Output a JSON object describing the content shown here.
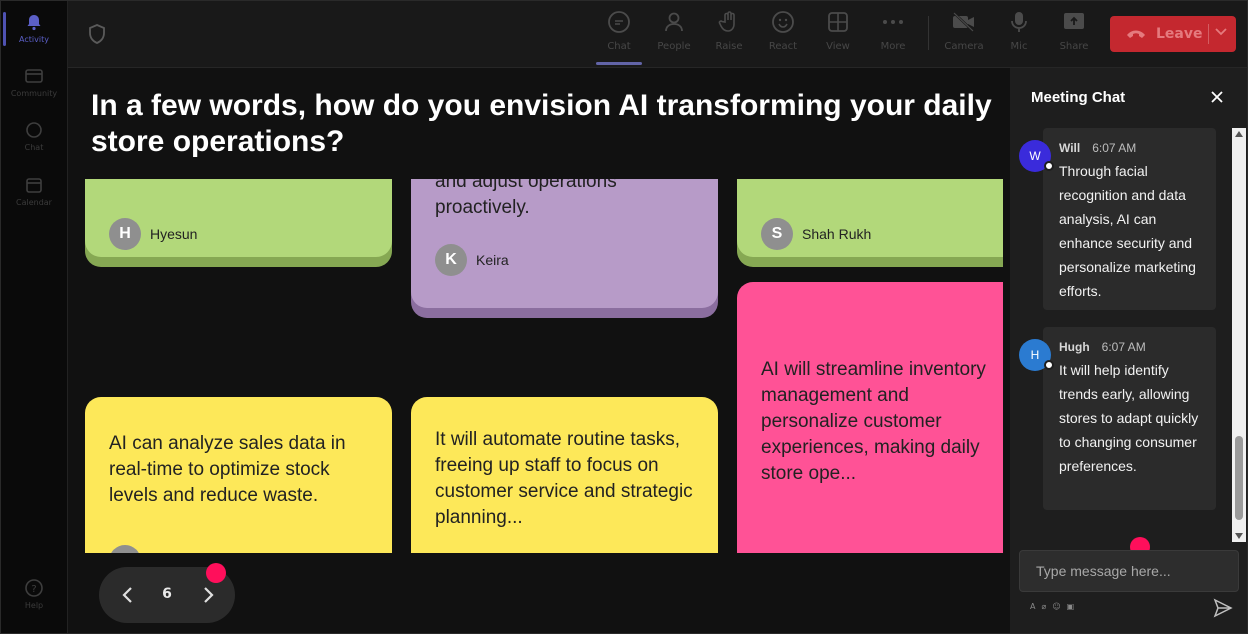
{
  "rail": {
    "items": [
      {
        "label": "Activity",
        "icon": "bell-icon"
      },
      {
        "label": "Community",
        "icon": "community-icon"
      },
      {
        "label": "Chat",
        "icon": "chat-icon"
      },
      {
        "label": "Calendar",
        "icon": "calendar-icon"
      }
    ],
    "help_label": "Help"
  },
  "toolbar": {
    "items": [
      {
        "label": "Chat",
        "icon": "chat-bubble-icon"
      },
      {
        "label": "People",
        "icon": "people-icon"
      },
      {
        "label": "Raise",
        "icon": "hand-icon"
      },
      {
        "label": "React",
        "icon": "smiley-icon"
      },
      {
        "label": "View",
        "icon": "grid-view-icon"
      },
      {
        "label": "More",
        "icon": "more-dots-icon"
      },
      {
        "label": "Camera",
        "icon": "camera-off-icon"
      },
      {
        "label": "Mic",
        "icon": "mic-icon"
      },
      {
        "label": "Share",
        "icon": "share-icon"
      }
    ],
    "leave_label": "Leave"
  },
  "stage": {
    "question": "In a few words, how do you envision AI transforming your daily store operations?",
    "notes": [
      {
        "color": "#b2d87a",
        "shadow": "#86a853",
        "text": "",
        "author": "Hyesun",
        "initial": "H"
      },
      {
        "color": "#b79bc8",
        "shadow": "#8b6e9f",
        "text": "and adjust operations proactively.",
        "author": "Keira",
        "initial": "K"
      },
      {
        "color": "#b2d87a",
        "shadow": "#86a853",
        "text": "",
        "author": "Shah Rukh",
        "initial": "S"
      },
      {
        "color": "#fde859",
        "shadow": "#d8c12f",
        "text": "AI can analyze sales data in real-time to optimize stock levels and reduce waste.",
        "author": "",
        "initial": ""
      },
      {
        "color": "#fde859",
        "shadow": "#d8c12f",
        "text": "It will automate routine tasks, freeing up staff to focus on customer service and strategic planning...",
        "author": "",
        "initial": ""
      },
      {
        "color": "#ff5296",
        "shadow": "#d23a78",
        "text": "AI will streamline inventory management and personalize customer experiences, making daily store ope...",
        "author": "",
        "initial": ""
      }
    ],
    "page_number": "6"
  },
  "chat": {
    "title": "Meeting Chat",
    "messages": [
      {
        "name": "Will",
        "initial": "W",
        "time": "6:07 AM",
        "avatar_color": "#3a2bdb",
        "text": "Through facial recognition and data analysis, AI can enhance security and personalize marketing efforts."
      },
      {
        "name": "Hugh",
        "initial": "H",
        "time": "6:07 AM",
        "avatar_color": "#2b7bd1",
        "text": "It will help identify trends early, allowing stores to adapt quickly to changing consumer preferences."
      }
    ],
    "input_placeholder": "Type message here..."
  },
  "colors": {
    "accent": "#6264a7",
    "leave": "#c4282f",
    "pointer": "#ff0f5b"
  }
}
